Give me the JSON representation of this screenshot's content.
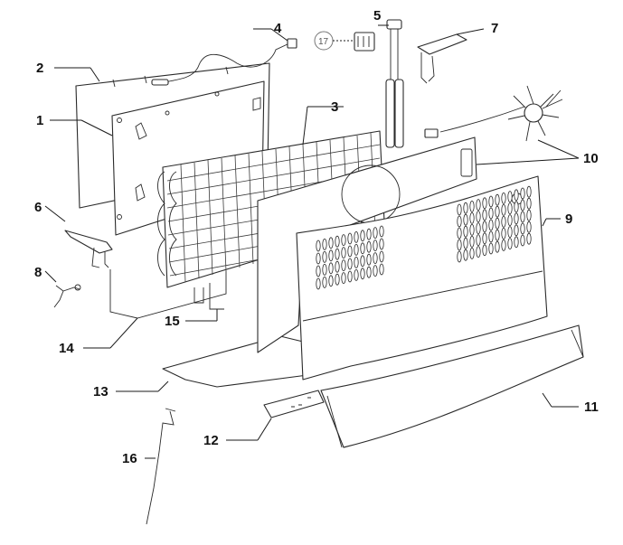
{
  "callouts": {
    "c1": "1",
    "c2": "2",
    "c3": "3",
    "c4": "4",
    "c5": "5",
    "c6": "6",
    "c7": "7",
    "c8": "8",
    "c9": "9",
    "c10": "10",
    "c11": "11",
    "c12": "12",
    "c13": "13",
    "c14": "14",
    "c15": "15",
    "c16": "16",
    "c17": "17"
  },
  "colors": {
    "line": "#2a2a2a",
    "background": "#ffffff",
    "circled_label": "#555555"
  }
}
